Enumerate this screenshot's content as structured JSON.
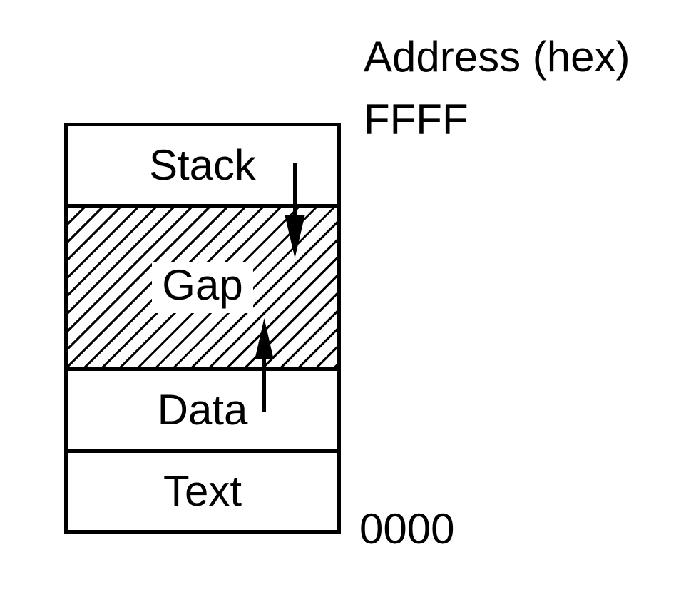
{
  "address_axis": {
    "title": "Address (hex)",
    "top_value": "FFFF",
    "bottom_value": "0000"
  },
  "segments": [
    {
      "label": "Stack",
      "fill": "plain"
    },
    {
      "label": "Gap",
      "fill": "diagonal-hatch"
    },
    {
      "label": "Data",
      "fill": "plain"
    },
    {
      "label": "Text",
      "fill": "plain"
    }
  ],
  "arrows": [
    {
      "name": "stack-growth-arrow",
      "direction": "down",
      "from_segment": "Stack",
      "into_segment": "Gap"
    },
    {
      "name": "data-growth-arrow",
      "direction": "up",
      "from_segment": "Data",
      "into_segment": "Gap"
    }
  ],
  "colors": {
    "foreground": "#000000",
    "background": "#ffffff"
  }
}
